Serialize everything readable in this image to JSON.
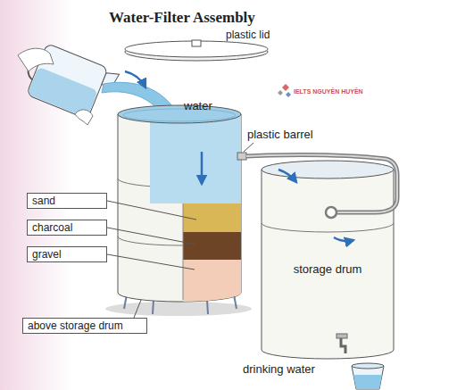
{
  "diagram": {
    "title": "Water-Filter Assembly",
    "nodes": [
      {
        "text": [
          "sand"
        ]
      },
      {
        "text": [
          "charcoal"
        ]
      },
      {
        "text": [
          "gravel"
        ]
      },
      {
        "text": [
          "above storage drum"
        ]
      },
      {
        "text": [
          "storage drum"
        ]
      }
    ],
    "labels": [
      "plastic lid",
      "IELTS NGUYỄN HUYỀN",
      "water",
      "plastic barrel",
      "drinking water"
    ]
  }
}
